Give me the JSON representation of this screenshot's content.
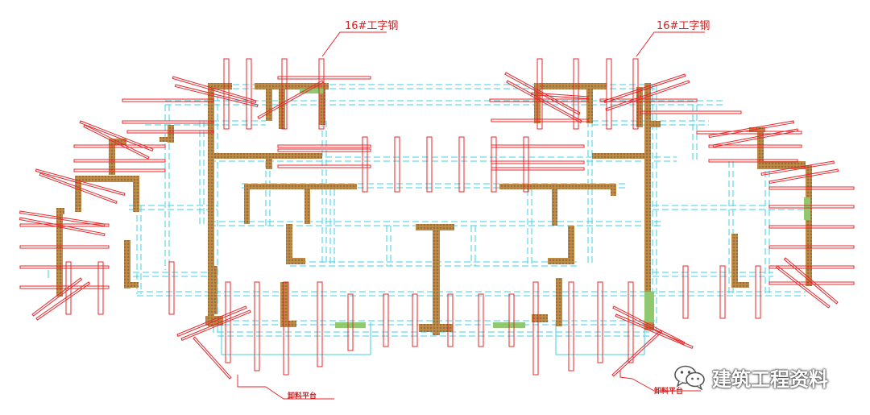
{
  "labels": {
    "beam_left": "16#工字钢",
    "beam_right": "16#工字钢",
    "platform_left": "卸料平台",
    "platform_right": "卸料平台"
  },
  "watermark": {
    "text": "建筑工程资料",
    "icon": "wechat-icon"
  },
  "colors": {
    "beam_red": "#e8262a",
    "wall_fill": "#b08848",
    "wall_stipple": "#e88a2a",
    "green_strip": "#8fc86e",
    "axis_cyan": "#3fd0e6"
  }
}
